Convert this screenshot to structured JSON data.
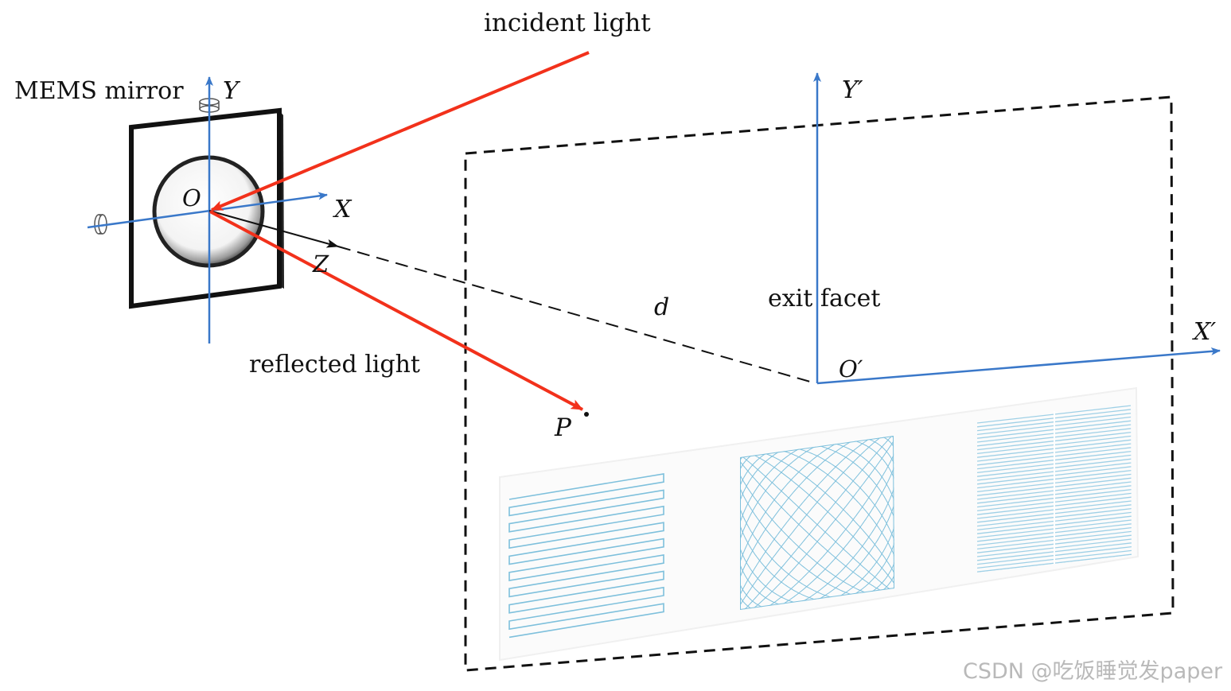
{
  "labels": {
    "incident_light": "incident light",
    "mems_mirror": "MEMS mirror",
    "reflected_light": "reflected light",
    "exit_facet": "exit facet",
    "distance": "d",
    "point_p": "P",
    "origin": "O",
    "origin_prime": "O′",
    "axis_x": "X",
    "axis_y": "Y",
    "axis_z": "Z",
    "axis_x_prime": "X′",
    "axis_y_prime": "Y′"
  },
  "watermark": "CSDN @吃饭睡觉发paper",
  "colors": {
    "ray": "#f2311b",
    "axis": "#3a78c9",
    "pattern": "#7ec0dc",
    "frame": "#111111"
  },
  "icons": {
    "mirror": "mems-mirror-icon",
    "pivot": "pivot-icon"
  }
}
